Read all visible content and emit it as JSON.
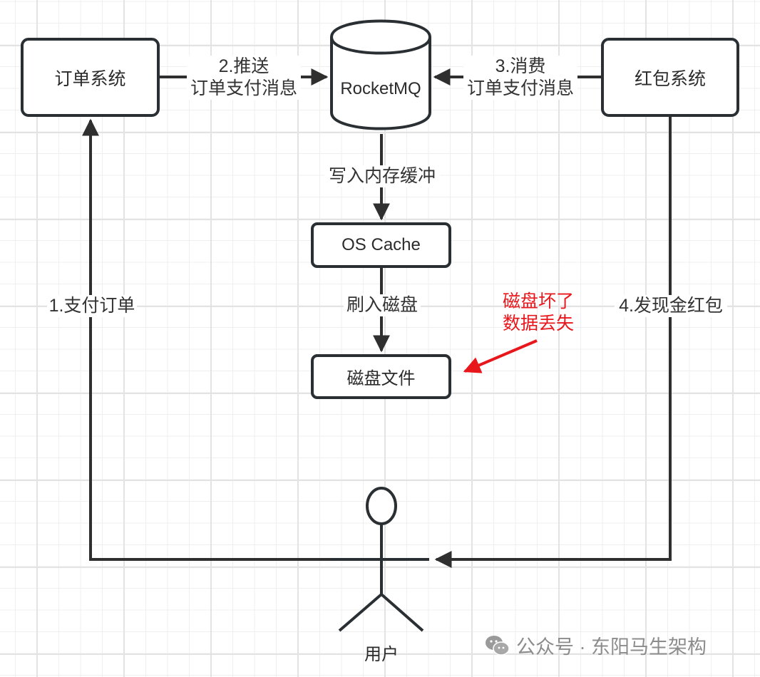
{
  "nodes": {
    "order_system": "订单系统",
    "rocketmq": "RocketMQ",
    "redpacket_system": "红包系统",
    "os_cache": "OS Cache",
    "disk_file": "磁盘文件",
    "user": "用户"
  },
  "edges": {
    "pay_order": "1.支付订单",
    "push_line1": "2.推送",
    "push_line2": "订单支付消息",
    "consume_line1": "3.消费",
    "consume_line2": "订单支付消息",
    "find_redpacket": "4.发现金红包",
    "write_buffer": "写入内存缓冲",
    "flush_disk": "刷入磁盘"
  },
  "annotation": {
    "line1": "磁盘坏了",
    "line2": "数据丢失",
    "color": "#e8171c"
  },
  "watermark": {
    "icon": "wechat-icon",
    "text": "公众号 · 东阳马生架构"
  }
}
